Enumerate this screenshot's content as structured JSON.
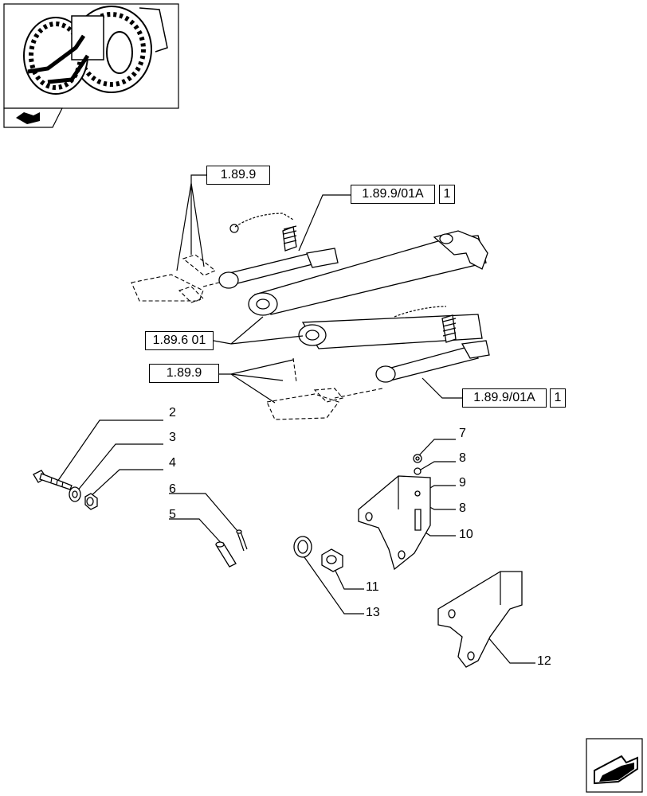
{
  "icons": {
    "thumbnail": "tractor-rear-lift-thumbnail-icon",
    "nav_small": "section-nav-arrow-icon",
    "nav_large": "next-page-arrow-icon"
  },
  "references": {
    "top_left": "1.89.9",
    "top_right": "1.89.9/01A",
    "top_right_qty": "1",
    "middle_left": "1.89.6 01",
    "lower_left": "1.89.9",
    "lower_right": "1.89.9/01A",
    "lower_right_qty": "1"
  },
  "callouts": [
    "2",
    "3",
    "4",
    "6",
    "5",
    "7",
    "8",
    "9",
    "8",
    "10",
    "11",
    "13",
    "12"
  ]
}
